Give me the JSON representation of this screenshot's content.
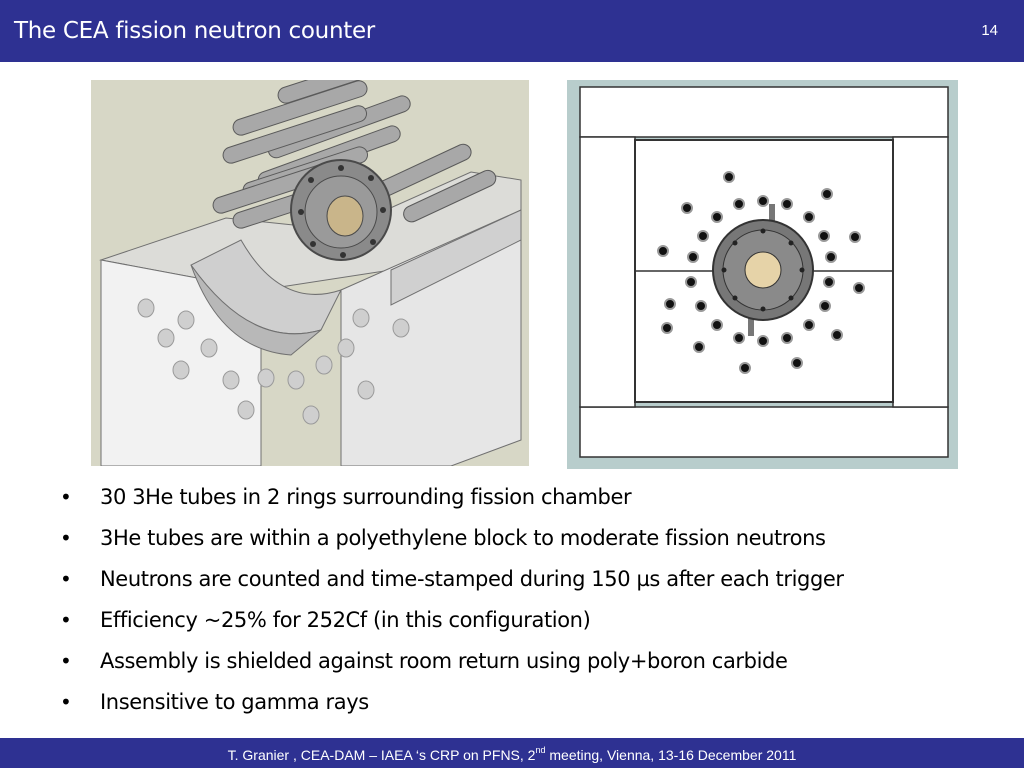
{
  "header": {
    "title": "The CEA fission neutron counter",
    "page_number": "14"
  },
  "bullets": [
    "30 3He tubes in 2 rings surrounding fission chamber",
    "3He tubes are within a polyethylene block to moderate fission neutrons",
    "Neutrons are counted and time-stamped during 150 µs after each trigger",
    "Efficiency ~25% for 252Cf (in this configuration)",
    "Assembly is shielded against room return using poly+boron carbide",
    "Insensitive to gamma rays"
  ],
  "bullet_symbol": "•",
  "footer": {
    "before_sup": "T. Granier ,  CEA-DAM – IAEA ‘s CRP on PFNS, 2",
    "sup": "nd",
    "after_sup": " meeting,  Vienna, 13-16 December 2011"
  },
  "colors": {
    "brand": "#2e3192"
  }
}
